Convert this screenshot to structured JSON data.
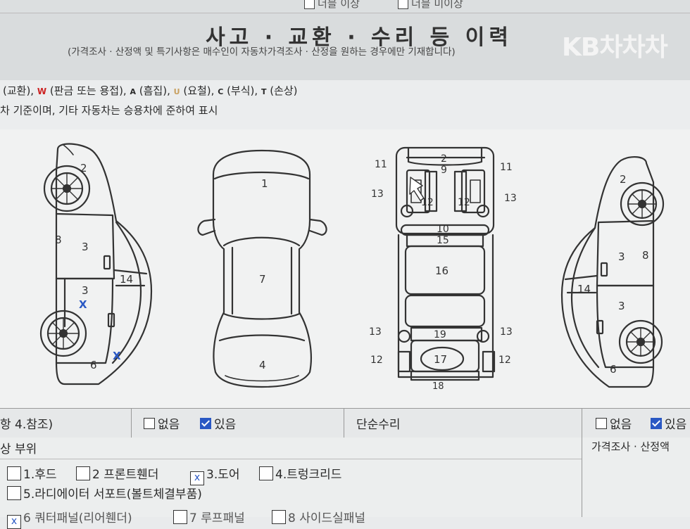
{
  "top": {
    "opt1": "더블 이상",
    "opt2": "더블 미이상"
  },
  "header": {
    "title": "사고 · 교환 · 수리 등 이력",
    "subtitle": "(가격조사 · 산정액 및 특기사항은 매수인이 자동차가격조사 · 산정을 원하는 경우에만 기재합니다)",
    "logo": "KB차차차"
  },
  "legend": {
    "x_desc": "(교환),",
    "w_mark": "W",
    "w_desc": "(판금 또는 용접),",
    "a_mark": "A",
    "a_desc": "(흠집),",
    "u_mark": "U",
    "u_desc": "(요철),",
    "c_mark": "C",
    "c_desc": "(부식),",
    "t_mark": "T",
    "t_desc": "(손상)",
    "line2": "차 기준이며, 기타 자동차는 승용차에 준하여 표시"
  },
  "diagram": {
    "left_labels": [
      "2",
      "8",
      "3",
      "3",
      "14",
      "6"
    ],
    "top_labels": [
      "1",
      "7",
      "4"
    ],
    "under_labels": [
      "2",
      "9",
      "11",
      "11",
      "13",
      "13",
      "12",
      "12",
      "10",
      "15",
      "16",
      "13",
      "13",
      "19",
      "12",
      "12",
      "17",
      "18"
    ],
    "right_labels": [
      "2",
      "3",
      "8",
      "3",
      "14",
      "6"
    ],
    "marks": [
      "X",
      "X"
    ]
  },
  "row1": {
    "left_label": "항 4.참조)",
    "none1": "없음",
    "yes1": "있음",
    "simple_repair": "단순수리",
    "none2": "없음",
    "yes2": "있음"
  },
  "bottom": {
    "section": "상 부위",
    "price_label": "가격조사 · 산정액",
    "items": [
      "1.후드",
      "2 프론트휀더",
      "3.도어",
      "4.트렁크리드",
      "5.라디에이터 서포트(볼트체결부품)"
    ],
    "cut_row": [
      "6 쿼터패널(리어휀더)",
      "7 루프패널",
      "8 사이드실패널"
    ]
  }
}
